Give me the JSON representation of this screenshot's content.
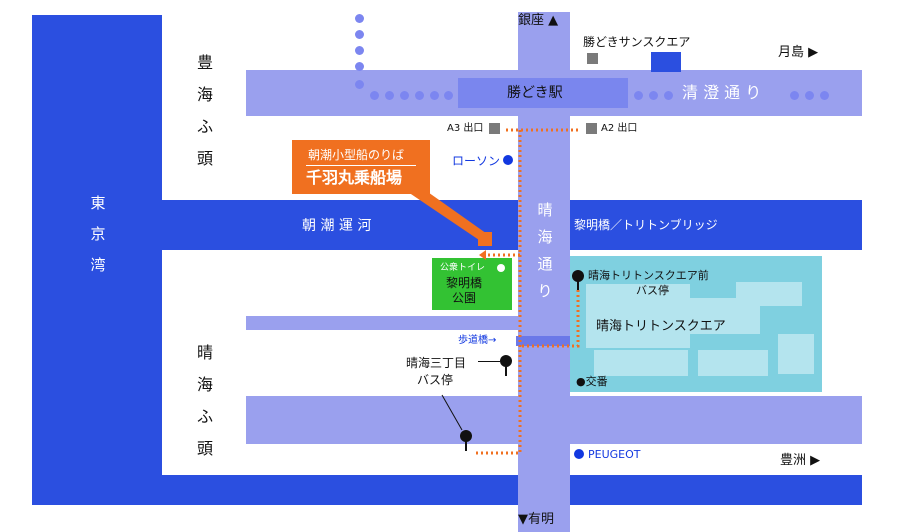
{
  "directions": {
    "north": "銀座 ▲",
    "south": "▼有明",
    "east_upper": "月島 ▶",
    "east_lower": "豊洲 ▶"
  },
  "water": {
    "bay": [
      "東",
      "京",
      "湾"
    ],
    "canal": "朝 潮 運 河"
  },
  "areas": {
    "toyomi": [
      "豊",
      "海",
      "ふ",
      "頭"
    ],
    "harumi": [
      "晴",
      "海",
      "ふ",
      "頭"
    ]
  },
  "streets": {
    "kiyosumi": "清 澄 通 り",
    "harumi_dori": [
      "晴",
      "海",
      "通",
      "り"
    ],
    "bridge": "黎明橋／トリトンブリッジ",
    "footbridge": "歩道橋→"
  },
  "station": {
    "name": "勝どき駅",
    "exit_a3": "A3 出口",
    "exit_a2": "A2 出口"
  },
  "landmarks": {
    "sunsquare": "勝どきサンスクエア",
    "lawson": "ローソン",
    "park_toilet": "公衆トイレ",
    "park": [
      "黎明橋",
      "公園"
    ],
    "triton": "晴海トリトンスクエア",
    "koban": "●交番",
    "peugeot": "PEUGEOT"
  },
  "bus_stops": {
    "triton_mae": [
      "晴海トリトンスクエア前",
      "バス停"
    ],
    "sanchome": [
      "晴海三丁目",
      "バス停"
    ]
  },
  "callout": {
    "line1": "朝潮小型船のりば",
    "line2": "千羽丸乗船場"
  },
  "colors": {
    "water": "#2b4fe0",
    "road": "#9aa0ee",
    "park": "#33c233",
    "triton_block": "#7fd0e0",
    "callout": "#f0701a",
    "route": "#f07020"
  }
}
